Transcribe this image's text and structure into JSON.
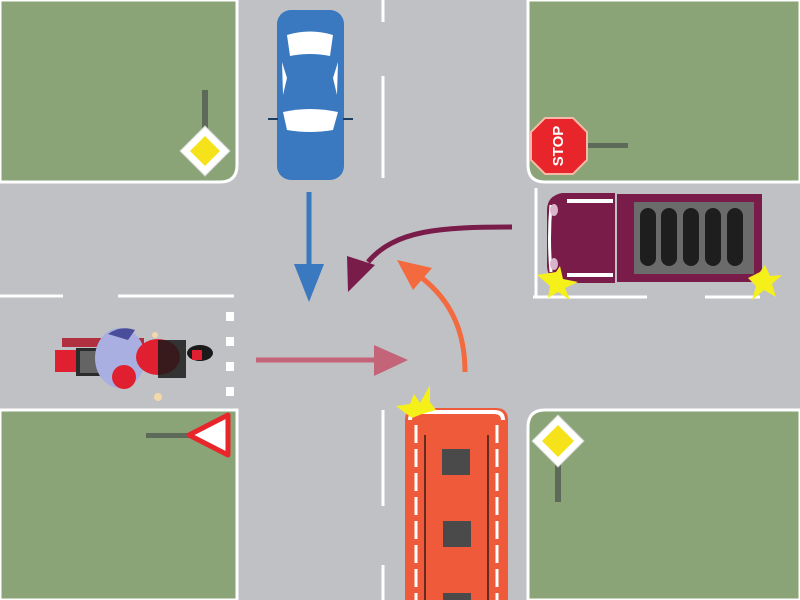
{
  "scene": {
    "type": "intersection-diagram",
    "colors": {
      "road": "#c0c1c4",
      "grass": "#8aa477",
      "line": "#ffffff",
      "sign_post": "#5d6a5a"
    }
  },
  "signs": {
    "stop": {
      "text": "STOP",
      "color": "#e8252b"
    },
    "priority_road_top_left": {
      "type": "priority-road",
      "color": "#f6e21b"
    },
    "priority_road_bottom_right": {
      "type": "priority-road",
      "color": "#f6e21b"
    },
    "yield": {
      "type": "give-way",
      "color": "#e8252b"
    }
  },
  "vehicles": {
    "blue_car": {
      "label": "blue car",
      "color": "#3a78c0",
      "direction": "south"
    },
    "truck": {
      "label": "maroon truck",
      "color": "#7a1c4a",
      "direction": "west",
      "turn_signal": "left"
    },
    "bus": {
      "label": "red bus",
      "color": "#ef5b3a",
      "direction": "north",
      "turn_signal": "left"
    },
    "motorcycle": {
      "label": "motorcycle",
      "color": "#e02030",
      "direction": "east"
    }
  },
  "arrows": {
    "blue": {
      "color": "#3a78c0",
      "path": "straight-down"
    },
    "truck": {
      "color": "#7a1c4a",
      "path": "left-turn"
    },
    "bus": {
      "color": "#f26a3e",
      "path": "left-turn"
    },
    "motorcycle": {
      "color": "#c46478",
      "path": "straight-right"
    }
  }
}
